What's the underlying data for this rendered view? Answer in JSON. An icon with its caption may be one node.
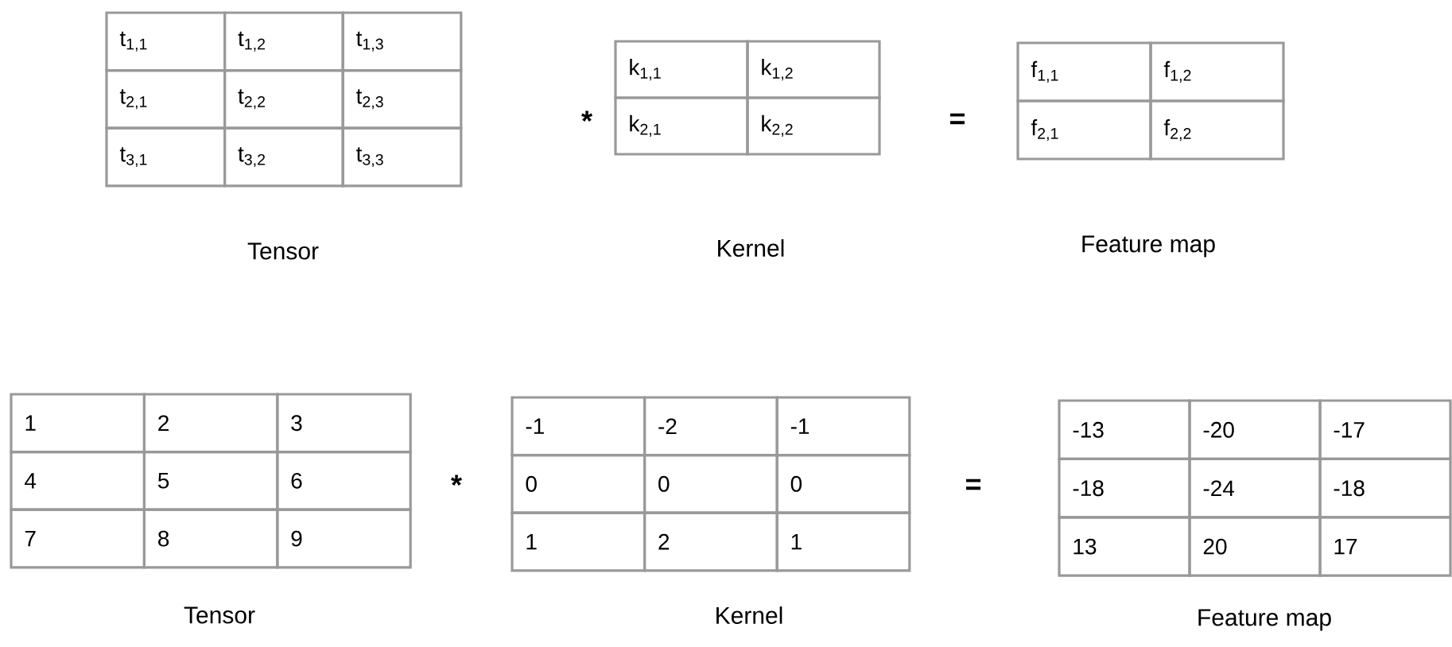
{
  "diagram": {
    "labels": [
      "t$_{1,1}$",
      "t$_{1,2}$",
      "t$_{1,3}$",
      "t$_{2,1}$",
      "t$_{2,2}$",
      "t$_{2,3}$",
      "t$_{3,1}$",
      "t$_{3,2}$",
      "t$_{3,3}$",
      "*",
      "k$_{1,1}$",
      "k$_{1,2}$",
      "k$_{2,1}$",
      "k$_{2,2}$",
      "=",
      "f$_{1,1}$",
      "f$_{1,2}$",
      "f$_{2,1}$",
      "f$_{2,2}$",
      "Tensor",
      "Kernel",
      "Feature map",
      "1",
      "2",
      "3",
      "4",
      "5",
      "6",
      "7",
      "8",
      "9",
      "*",
      "-1",
      "-2",
      "-1",
      "0",
      "0",
      "0",
      "1",
      "2",
      "1",
      "=",
      "-13",
      "-20",
      "-17",
      "-18",
      "-24",
      "-18",
      "13",
      "20",
      "17",
      "Tensor",
      "Kernel",
      "Feature map"
    ]
  }
}
